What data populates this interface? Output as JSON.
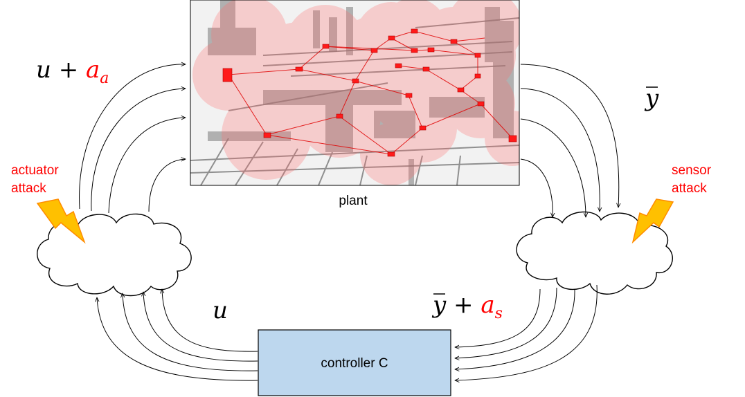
{
  "plant": {
    "label": "plant"
  },
  "controller": {
    "label": "controller C",
    "fill": "#bdd7ee",
    "stroke": "#000000"
  },
  "signals": {
    "u_plus": "u + ",
    "a_a_base": "a",
    "a_a_sub": "a",
    "y_bar": "y",
    "y_bar_plus": " + ",
    "a_s_base": "a",
    "a_s_sub": "s",
    "u": "u"
  },
  "attacks": {
    "actuator_line1": "actuator",
    "actuator_line2": "attack",
    "sensor_line1": "sensor",
    "sensor_line2": "attack"
  },
  "colors": {
    "attack_text": "#ff0000",
    "lightning_fill": "#ffc000",
    "lightning_stroke": "#ff8c00",
    "network_fill": "#ff6b6b",
    "node": "#ff1a1a"
  },
  "icons": {
    "actuator_bolt": "lightning-icon",
    "sensor_bolt": "lightning-icon",
    "left_cloud": "cloud-icon",
    "right_cloud": "cloud-icon"
  }
}
